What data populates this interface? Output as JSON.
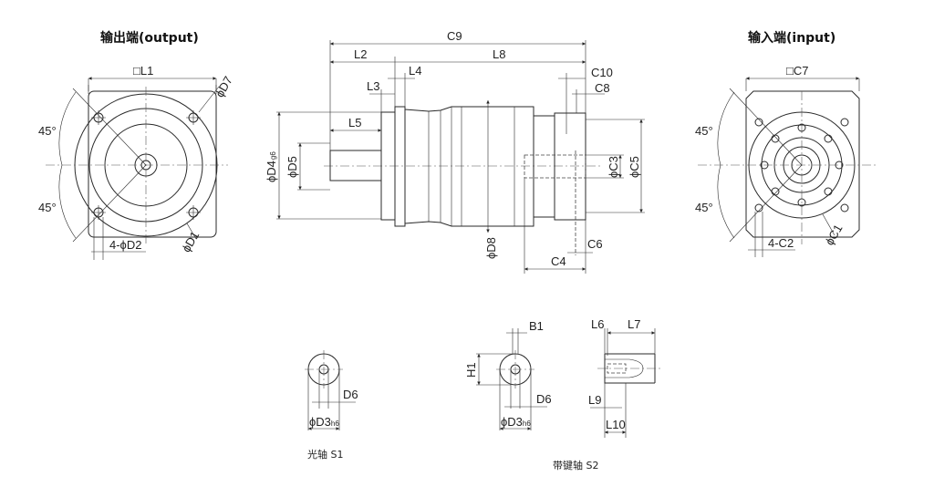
{
  "titles": {
    "output": "输出端(output)",
    "input": "输入端(input)"
  },
  "output_view": {
    "square": "□L1",
    "d7": "ϕD7",
    "angle_top": "45°",
    "angle_bottom": "45°",
    "holes": "4-ϕD2",
    "d1": "ϕD1"
  },
  "input_view": {
    "square": "□C7",
    "angle_top": "45°",
    "angle_bottom": "45°",
    "holes": "4-C2",
    "c1": "ϕC1"
  },
  "side_view": {
    "c9": "C9",
    "l2": "L2",
    "l8": "L8",
    "l4": "L4",
    "l3": "L3",
    "l5": "L5",
    "c10": "C10",
    "c8": "C8",
    "d4": "ϕD4",
    "d4_tol": "g6",
    "d5": "ϕD5",
    "c3": "ϕC3",
    "c5": "ϕC5",
    "d8": "ϕD8",
    "c6": "C6",
    "c4": "C4"
  },
  "shaft_s1": {
    "d6": "D6",
    "d3": "ϕD3",
    "d3_tol": "h6",
    "caption": "光轴 S1"
  },
  "shaft_s2": {
    "b1": "B1",
    "h1": "H1",
    "d6": "D6",
    "d3": "ϕD3",
    "d3_tol": "h6",
    "l6": "L6",
    "l7": "L7",
    "l9": "L9",
    "l10": "L10",
    "caption": "带键轴 S2"
  }
}
